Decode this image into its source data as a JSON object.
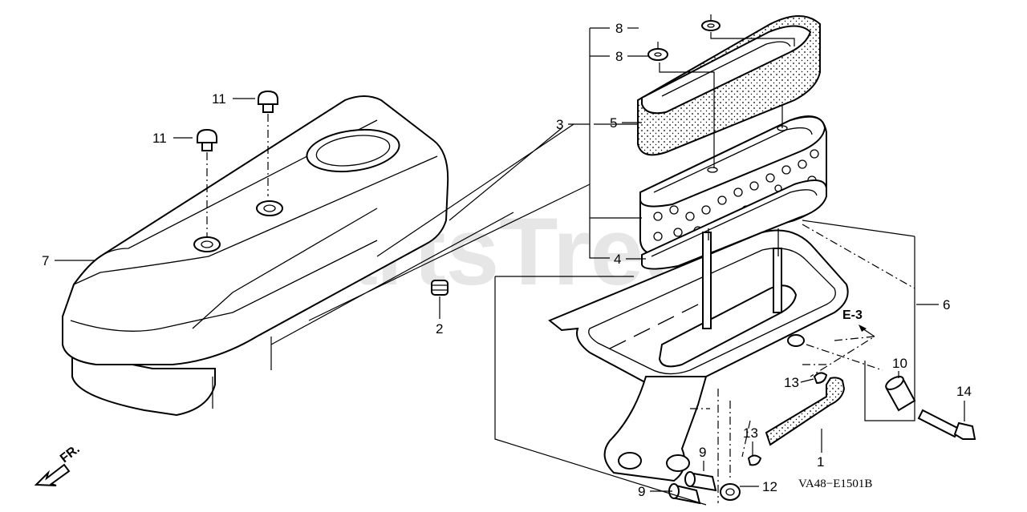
{
  "watermark": "PartsTree",
  "diagram_code": "VA48−E1501B",
  "reference": "E-3",
  "direction": "FR.",
  "callouts": {
    "c1": "1",
    "c2": "2",
    "c3": "3",
    "c4": "4",
    "c5": "5",
    "c6": "6",
    "c7": "7",
    "c8a": "8",
    "c8b": "8",
    "c9a": "9",
    "c9b": "9",
    "c10": "10",
    "c11a": "11",
    "c11b": "11",
    "c12": "12",
    "c13a": "13",
    "c13b": "13",
    "c14": "14"
  }
}
